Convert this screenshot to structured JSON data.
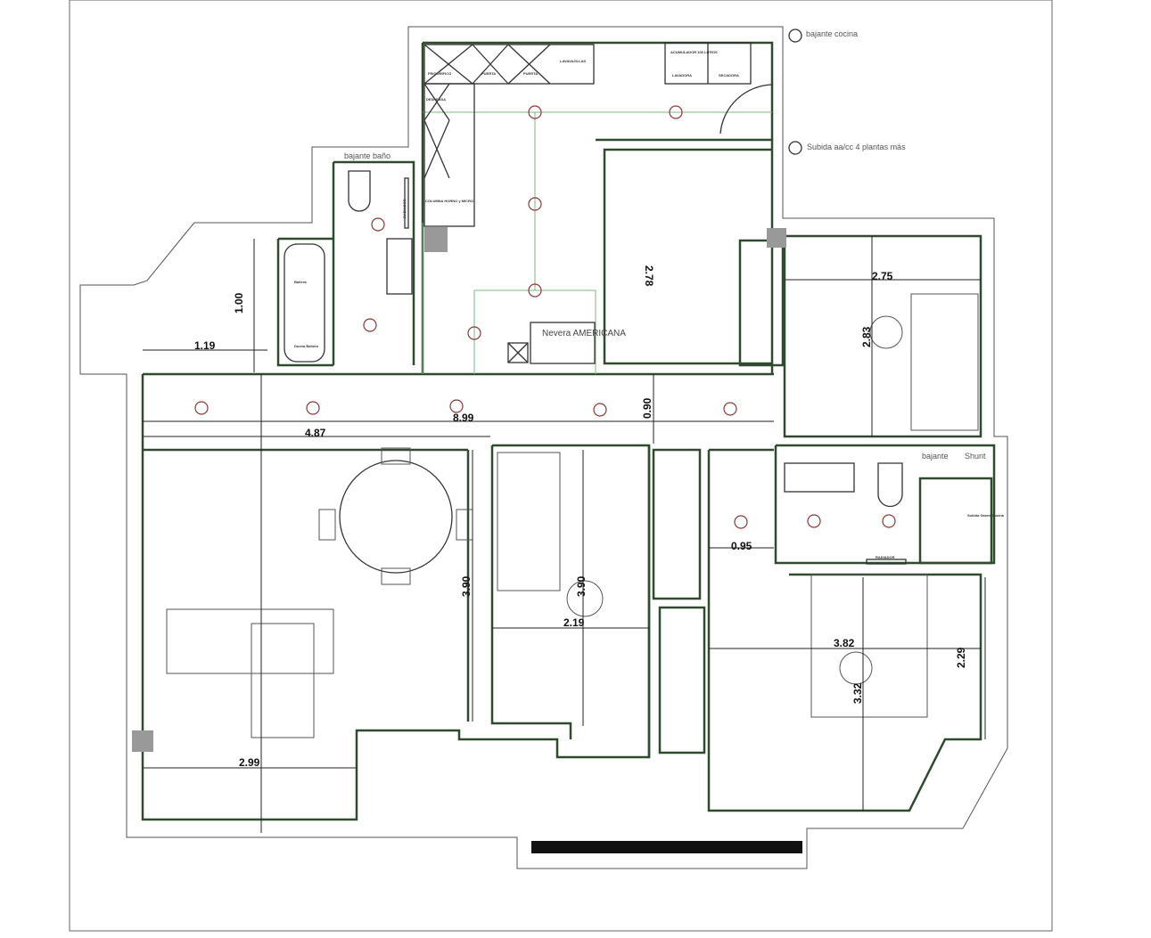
{
  "annotations": {
    "bajante_cocina": "bajante cocina",
    "subida": "Subida aa/cc 4 plantas más",
    "bajante_bano": "bajante baño",
    "nevera": "Nevera AMERICANA",
    "bajante": "bajante",
    "shunt": "Shunt"
  },
  "fixtures": {
    "frigorifico": "FRIGORIFICO",
    "puerta1": "PUERTA",
    "puerta2": "PUERTA",
    "lavavajillas": "LAVAVAJILLAS",
    "acumulador": "ACUMULADOR 100 LITROS",
    "lavadora": "LAVADORA",
    "secadora": "SECADORA",
    "despensa": "DESPENSA",
    "columna": "COLUMNA HORNO y MICRO",
    "radiador1": "RADIADOR",
    "radiador2": "RADIADOR",
    "banera": "Bañera",
    "ducha": "Ducha Bañera",
    "subida_gases": "Subida Gases Cocina"
  },
  "dimensions": {
    "d1": "1.00",
    "d2": "1.19",
    "d3": "2.78",
    "d4": "2.75",
    "d5": "2.83",
    "d6": "8.99",
    "d7": "0.90",
    "d8": "4.87",
    "d9": "3.90",
    "d10": "3.90",
    "d11": "2.19",
    "d12": "0.95",
    "d13": "3.82",
    "d14": "3.32",
    "d15": "2.29",
    "d16": "2.99"
  },
  "colors": {
    "walls": "#2f4a2f",
    "lights": "#8a3a3a",
    "guides": "#7cb87c"
  }
}
